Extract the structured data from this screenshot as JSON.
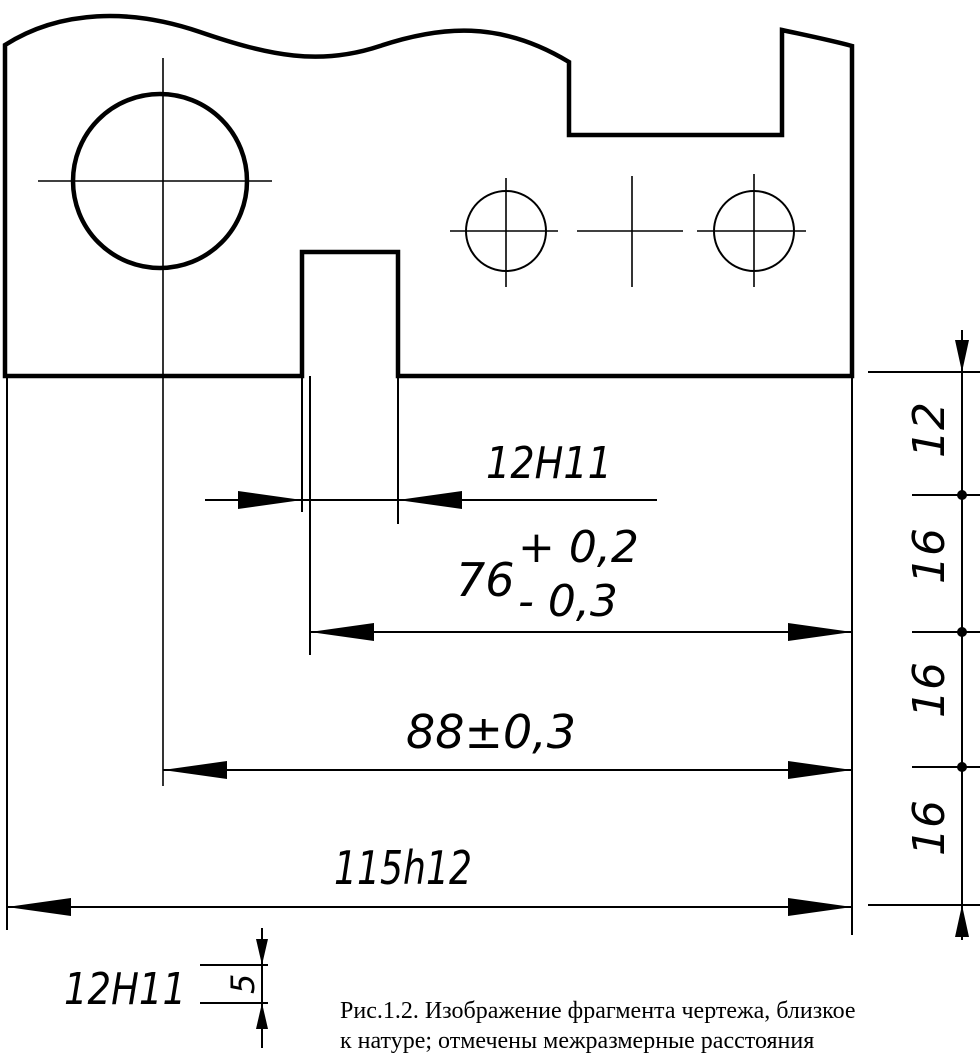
{
  "dimensions": {
    "slot_width": "12H11",
    "dim_76_nominal": "76",
    "dim_76_upper": "+ 0,2",
    "dim_76_lower": "- 0,3",
    "dim_88": "88±0,3",
    "dim_115": "115h12",
    "vertical": [
      "12",
      "16",
      "16",
      "16"
    ]
  },
  "detail": {
    "label": "12H11",
    "depth": "5"
  },
  "caption": {
    "line1": "Рис.1.2. Изображение фрагмента чертежа, близкое",
    "line2": "к натуре; отмечены межразмерные расстояния"
  }
}
